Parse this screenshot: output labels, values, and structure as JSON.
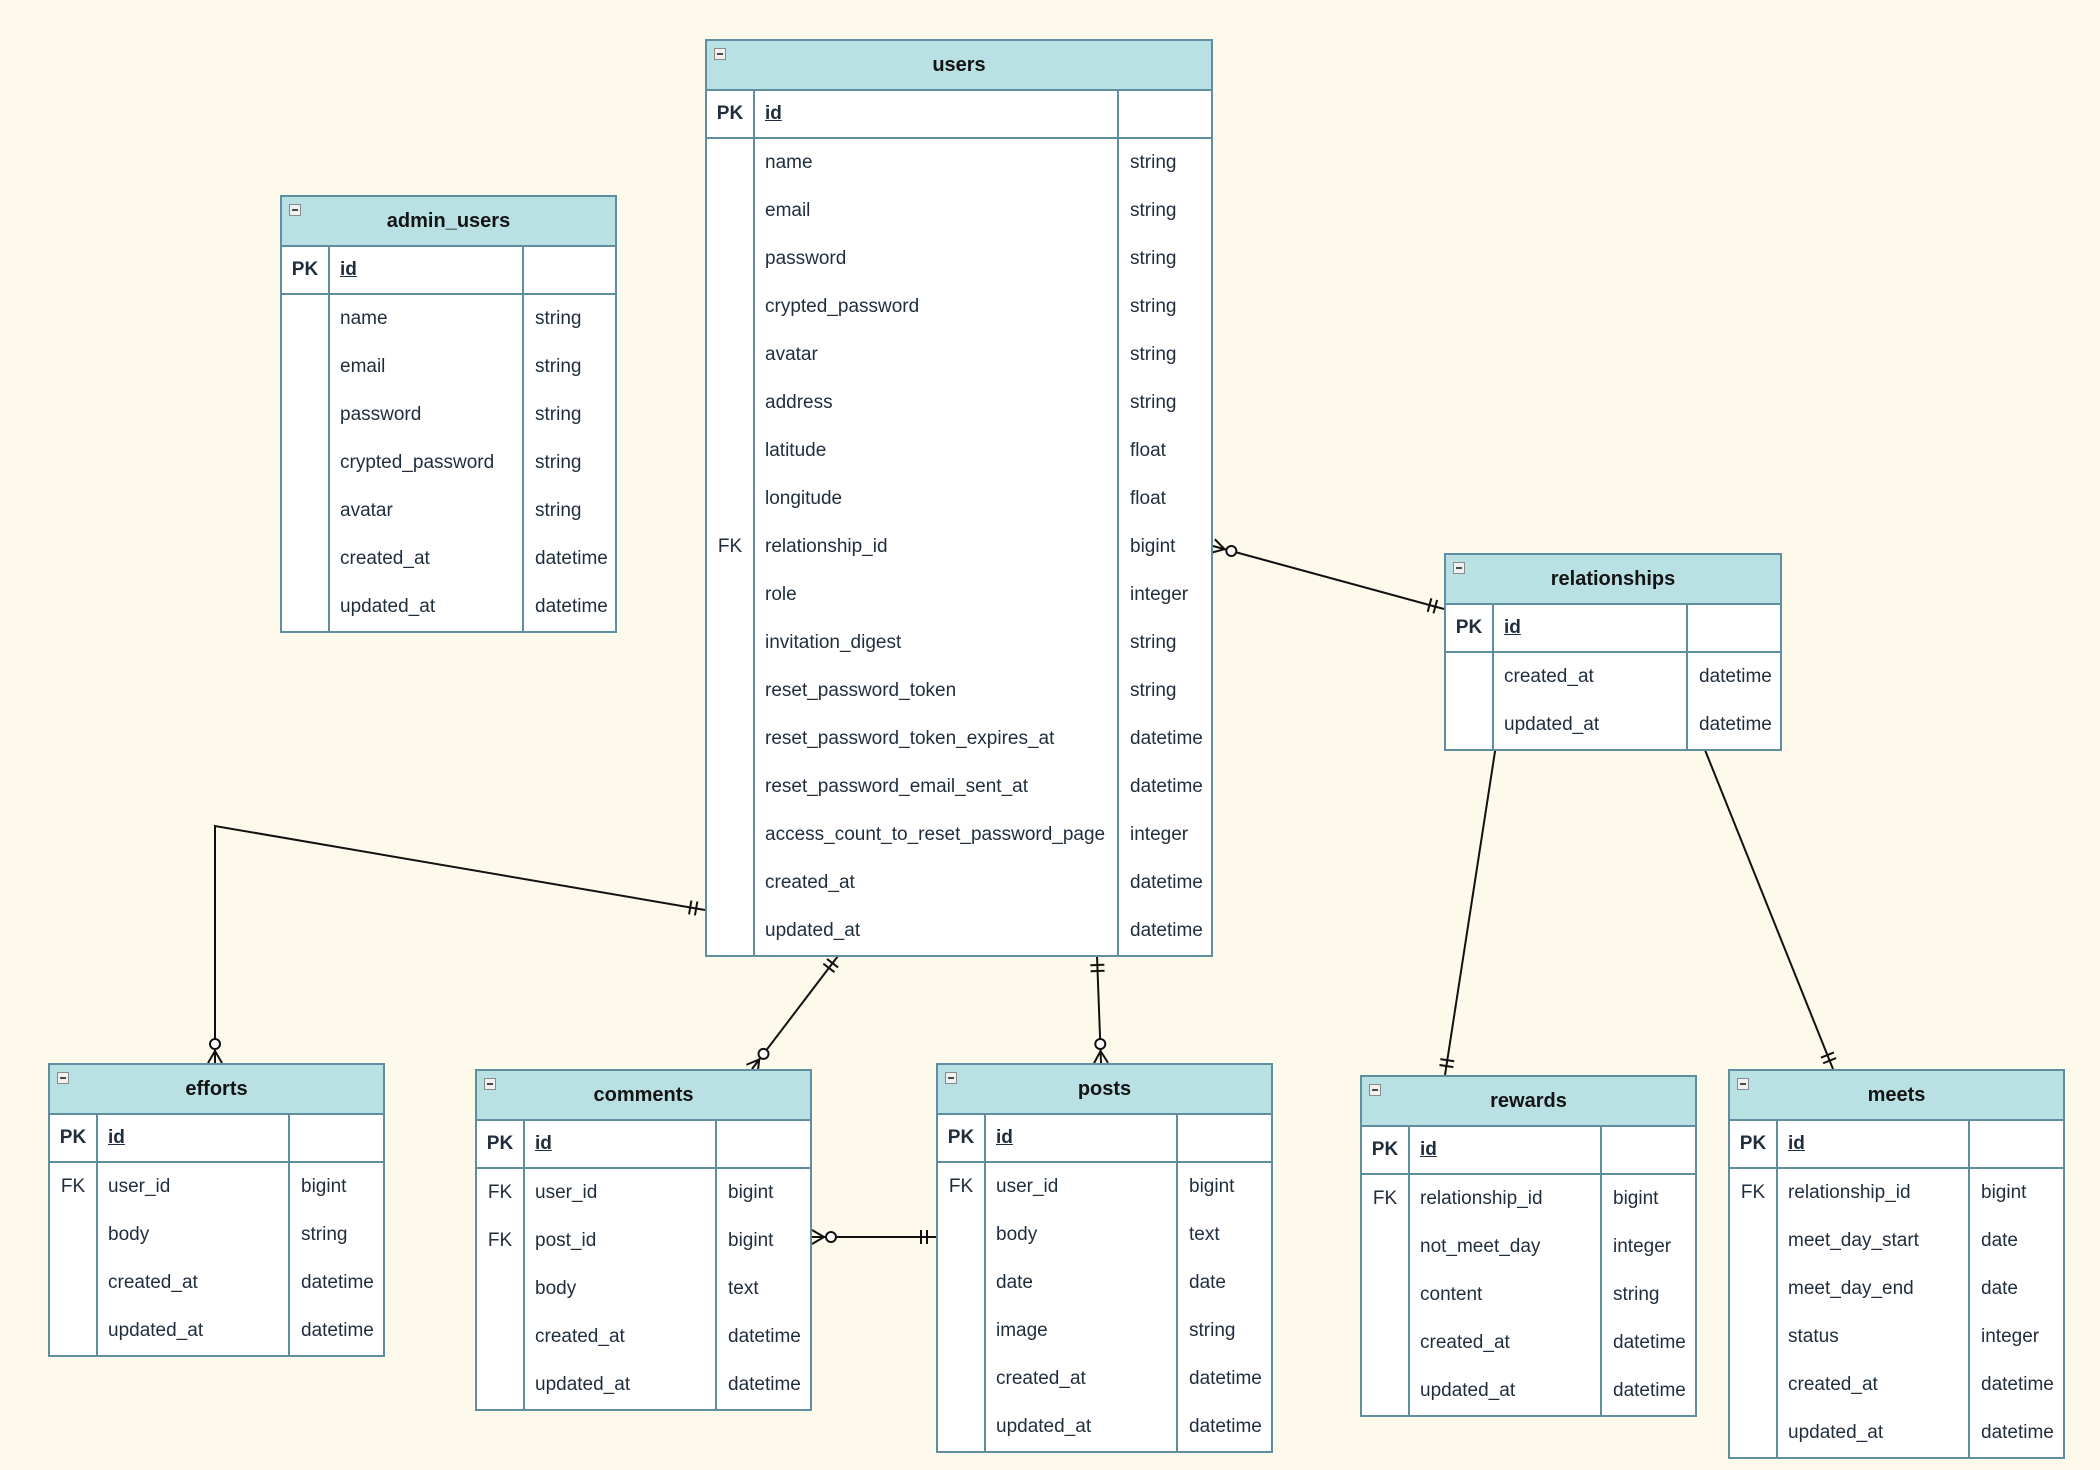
{
  "colors": {
    "background": "#fdfaeb",
    "header_fill": "#b9e1e4",
    "border": "#5e8ea0",
    "edge": "#111111"
  },
  "icons": {
    "collapse": "collapse-minus-icon"
  },
  "tables": {
    "admin_users": {
      "title": "admin_users",
      "pk": {
        "key": "PK",
        "name": "id",
        "type": ""
      },
      "fields": [
        {
          "key": "",
          "name": "name",
          "type": "string"
        },
        {
          "key": "",
          "name": "email",
          "type": "string"
        },
        {
          "key": "",
          "name": "password",
          "type": "string"
        },
        {
          "key": "",
          "name": "crypted_password",
          "type": "string"
        },
        {
          "key": "",
          "name": "avatar",
          "type": "string"
        },
        {
          "key": "",
          "name": "created_at",
          "type": "datetime"
        },
        {
          "key": "",
          "name": "updated_at",
          "type": "datetime"
        }
      ]
    },
    "users": {
      "title": "users",
      "pk": {
        "key": "PK",
        "name": "id",
        "type": ""
      },
      "fields": [
        {
          "key": "",
          "name": "name",
          "type": "string"
        },
        {
          "key": "",
          "name": "email",
          "type": "string"
        },
        {
          "key": "",
          "name": "password",
          "type": "string"
        },
        {
          "key": "",
          "name": "crypted_password",
          "type": "string"
        },
        {
          "key": "",
          "name": "avatar",
          "type": "string"
        },
        {
          "key": "",
          "name": "address",
          "type": "string"
        },
        {
          "key": "",
          "name": "latitude",
          "type": "float"
        },
        {
          "key": "",
          "name": "longitude",
          "type": "float"
        },
        {
          "key": "FK",
          "name": "relationship_id",
          "type": "bigint"
        },
        {
          "key": "",
          "name": "role",
          "type": "integer"
        },
        {
          "key": "",
          "name": "invitation_digest",
          "type": "string"
        },
        {
          "key": "",
          "name": "reset_password_token",
          "type": "string"
        },
        {
          "key": "",
          "name": "reset_password_token_expires_at",
          "type": "datetime"
        },
        {
          "key": "",
          "name": "reset_password_email_sent_at",
          "type": "datetime"
        },
        {
          "key": "",
          "name": "access_count_to_reset_password_page",
          "type": "integer"
        },
        {
          "key": "",
          "name": "created_at",
          "type": "datetime"
        },
        {
          "key": "",
          "name": "updated_at",
          "type": "datetime"
        }
      ]
    },
    "relationships": {
      "title": "relationships",
      "pk": {
        "key": "PK",
        "name": "id",
        "type": ""
      },
      "fields": [
        {
          "key": "",
          "name": "created_at",
          "type": "datetime"
        },
        {
          "key": "",
          "name": "updated_at",
          "type": "datetime"
        }
      ]
    },
    "efforts": {
      "title": "efforts",
      "pk": {
        "key": "PK",
        "name": "id",
        "type": ""
      },
      "fields": [
        {
          "key": "FK",
          "name": "user_id",
          "type": "bigint"
        },
        {
          "key": "",
          "name": "body",
          "type": "string"
        },
        {
          "key": "",
          "name": "created_at",
          "type": "datetime"
        },
        {
          "key": "",
          "name": "updated_at",
          "type": "datetime"
        }
      ]
    },
    "comments": {
      "title": "comments",
      "pk": {
        "key": "PK",
        "name": "id",
        "type": ""
      },
      "fields": [
        {
          "key": "FK",
          "name": "user_id",
          "type": "bigint"
        },
        {
          "key": "FK",
          "name": "post_id",
          "type": "bigint"
        },
        {
          "key": "",
          "name": "body",
          "type": "text"
        },
        {
          "key": "",
          "name": "created_at",
          "type": "datetime"
        },
        {
          "key": "",
          "name": "updated_at",
          "type": "datetime"
        }
      ]
    },
    "posts": {
      "title": "posts",
      "pk": {
        "key": "PK",
        "name": "id",
        "type": ""
      },
      "fields": [
        {
          "key": "FK",
          "name": "user_id",
          "type": "bigint"
        },
        {
          "key": "",
          "name": "body",
          "type": "text"
        },
        {
          "key": "",
          "name": "date",
          "type": "date"
        },
        {
          "key": "",
          "name": "image",
          "type": "string"
        },
        {
          "key": "",
          "name": "created_at",
          "type": "datetime"
        },
        {
          "key": "",
          "name": "updated_at",
          "type": "datetime"
        }
      ]
    },
    "rewards": {
      "title": "rewards",
      "pk": {
        "key": "PK",
        "name": "id",
        "type": ""
      },
      "fields": [
        {
          "key": "FK",
          "name": "relationship_id",
          "type": "bigint"
        },
        {
          "key": "",
          "name": "not_meet_day",
          "type": "integer"
        },
        {
          "key": "",
          "name": "content",
          "type": "string"
        },
        {
          "key": "",
          "name": "created_at",
          "type": "datetime"
        },
        {
          "key": "",
          "name": "updated_at",
          "type": "datetime"
        }
      ]
    },
    "meets": {
      "title": "meets",
      "pk": {
        "key": "PK",
        "name": "id",
        "type": ""
      },
      "fields": [
        {
          "key": "FK",
          "name": "relationship_id",
          "type": "bigint"
        },
        {
          "key": "",
          "name": "meet_day_start",
          "type": "date"
        },
        {
          "key": "",
          "name": "meet_day_end",
          "type": "date"
        },
        {
          "key": "",
          "name": "status",
          "type": "integer"
        },
        {
          "key": "",
          "name": "created_at",
          "type": "datetime"
        },
        {
          "key": "",
          "name": "updated_at",
          "type": "datetime"
        }
      ]
    }
  },
  "relations": [
    {
      "from": "users",
      "to": "relationships",
      "from_end": "zero-or-many",
      "to_end": "one-and-only-one"
    },
    {
      "from": "users",
      "to": "efforts",
      "from_end": "one-and-only-one",
      "to_end": "zero-or-many"
    },
    {
      "from": "users",
      "to": "comments",
      "from_end": "one-and-only-one",
      "to_end": "zero-or-many"
    },
    {
      "from": "users",
      "to": "posts",
      "from_end": "one-and-only-one",
      "to_end": "zero-or-many"
    },
    {
      "from": "comments",
      "to": "posts",
      "from_end": "zero-or-many",
      "to_end": "one-and-only-one"
    },
    {
      "from": "relationships",
      "to": "rewards",
      "from_end": "none",
      "to_end": "one-and-only-one"
    },
    {
      "from": "relationships",
      "to": "meets",
      "from_end": "none",
      "to_end": "one-and-only-one"
    }
  ]
}
